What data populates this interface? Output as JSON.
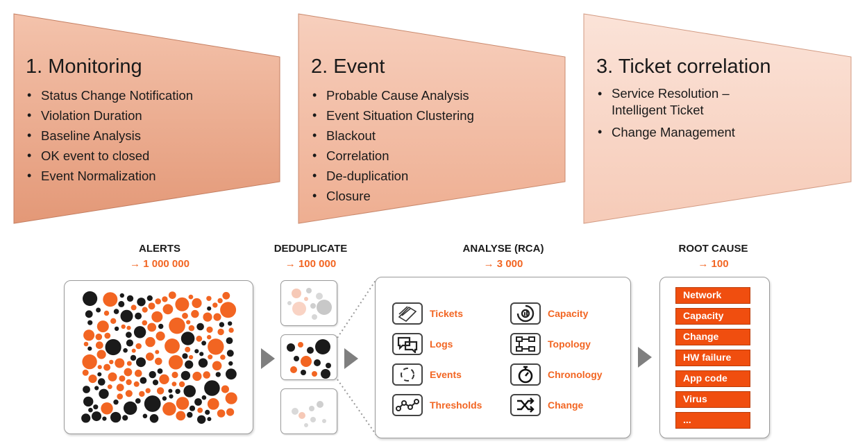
{
  "stages": [
    {
      "title": "1. Monitoring",
      "items": [
        "Status Change Notification",
        "Violation Duration",
        "Baseline Analysis",
        "OK event to closed",
        "Event Normalization"
      ]
    },
    {
      "title": "2. Event",
      "items": [
        "Probable Cause Analysis",
        "Event Situation Clustering",
        "Blackout",
        "Correlation",
        "De-duplication",
        "Closure"
      ]
    },
    {
      "title": "3. Ticket correlation",
      "items": [
        "Service Resolution – Intelligent Ticket",
        "Change Management"
      ]
    }
  ],
  "pipeline": {
    "alerts": {
      "title": "ALERTS",
      "count": "→ 1 000 000"
    },
    "deduplicate": {
      "title": "DEDUPLICATE",
      "count": "→ 100 000"
    },
    "analyse": {
      "title": "ANALYSE (RCA)",
      "count": "→ 3 000",
      "left": [
        {
          "label": "Tickets",
          "icon": "ticket-icon"
        },
        {
          "label": "Logs",
          "icon": "chat-bubbles-icon"
        },
        {
          "label": "Events",
          "icon": "cycle-icon"
        },
        {
          "label": "Thresholds",
          "icon": "line-graph-icon"
        }
      ],
      "right": [
        {
          "label": "Capacity",
          "icon": "gauge-icon"
        },
        {
          "label": "Topology",
          "icon": "topology-icon"
        },
        {
          "label": "Chronology",
          "icon": "stopwatch-icon"
        },
        {
          "label": "Change",
          "icon": "shuffle-icon"
        }
      ]
    },
    "root_cause": {
      "title": "ROOT CAUSE",
      "count": "→ 100",
      "items": [
        "Network",
        "Capacity",
        "Change",
        "HW failure",
        "App code",
        "Virus",
        "..."
      ]
    }
  },
  "colors": {
    "stage1_fill": "#e9a385",
    "stage2_fill": "#f1b99f",
    "stage3_fill": "#f8d6c7",
    "accent": "#f26522",
    "dark": "#1a1a1a"
  }
}
